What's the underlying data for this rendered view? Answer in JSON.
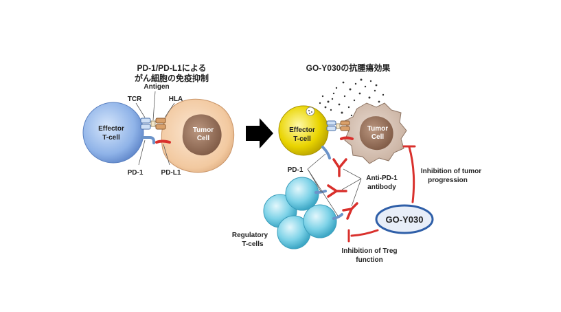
{
  "left_panel": {
    "title_line1": "PD-1/PD-L1による",
    "title_line2": "がん細胞の免疫抑制",
    "labels": {
      "antigen": "Antigen",
      "tcr": "TCR",
      "hla": "HLA",
      "effector_line1": "Effector",
      "effector_line2": "T-cell",
      "tumor_line1": "Tumor",
      "tumor_line2": "Cell",
      "pd1": "PD-1",
      "pdl1": "PD-L1"
    }
  },
  "right_panel": {
    "title": "GO-Y030の抗腫瘍効果",
    "labels": {
      "effector_line1": "Effector",
      "effector_line2": "T-cell",
      "tumor_line1": "Tumor",
      "tumor_line2": "Cell",
      "pd1": "PD-1",
      "antibody_line1": "Anti-PD-1",
      "antibody_line2": "antibody",
      "regulatory_line1": "Regulatory",
      "regulatory_line2": "T-cells",
      "drug": "GO-Y030",
      "inhibit_tumor_line1": "Inhibition of tumor",
      "inhibit_tumor_line2": "progression",
      "inhibit_treg_line1": "Inhibition of Treg",
      "inhibit_treg_line2": "function"
    }
  },
  "colors": {
    "effector_left": "#8fb3e8",
    "effector_right": "#e9d400",
    "tumor_left": "#f2c9a0",
    "tumor_nucleus": "#a07a62",
    "treg": "#7fd3e8",
    "inhibition_red": "#d9302c",
    "drug_fill": "#e8eef8",
    "drug_stroke": "#2f5fa8",
    "arrow": "#000000"
  },
  "icons": [
    "right-arrow-icon",
    "inhibition-arrow-icon",
    "antibody-icon",
    "debris-dots-icon"
  ]
}
